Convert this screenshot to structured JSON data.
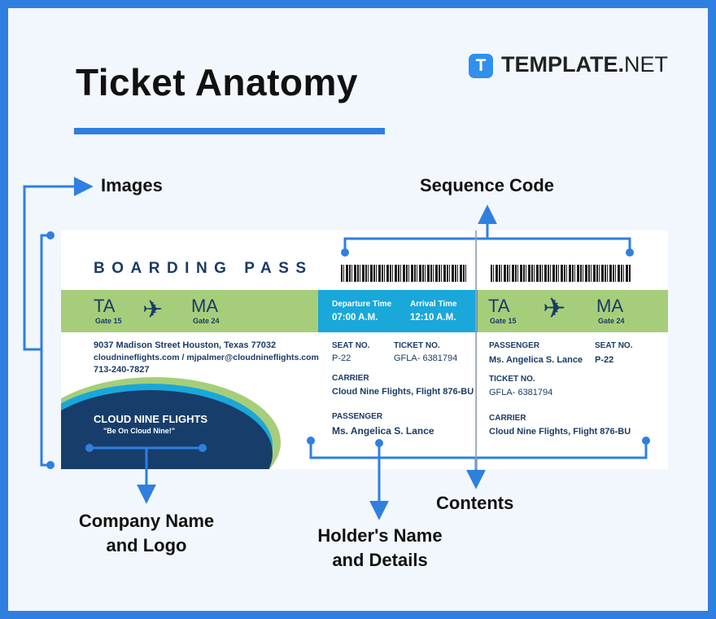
{
  "header": {
    "title": "Ticket Anatomy",
    "brand_mark": "T",
    "brand_main": "TEMPLATE.",
    "brand_suffix": "NET"
  },
  "annotations": {
    "images": "Images",
    "sequence_code": "Sequence Code",
    "company_line1": "Company Name",
    "company_line2": "and Logo",
    "holder_line1": "Holder's Name",
    "holder_line2": "and Details",
    "contents": "Contents"
  },
  "ticket": {
    "title": "BOARDING PASS",
    "left": {
      "from_code": "TA",
      "from_gate": "Gate 15",
      "to_code": "MA",
      "to_gate": "Gate 24",
      "address_line1": "9037 Madison Street Houston, Texas 77032",
      "address_line2": "cloudnineflights.com / mjpalmer@cloudnineflights.com",
      "phone": "713-240-7827",
      "company": "CLOUD NINE FLIGHTS",
      "tagline": "\"Be On Cloud Nine!\""
    },
    "middle": {
      "departure_label": "Departure Time",
      "departure_value": "07:00 A.M.",
      "arrival_label": "Arrival Time",
      "arrival_value": "12:10 A.M.",
      "seat_label": "SEAT NO.",
      "seat_value": "P-22",
      "ticket_label": "TICKET NO.",
      "ticket_value": "GFLA- 6381794",
      "carrier_label": "CARRIER",
      "carrier_value": "Cloud Nine Flights, Flight 876-BU",
      "passenger_label": "PASSENGER",
      "passenger_value": "Ms. Angelica S. Lance"
    },
    "right": {
      "from_code": "TA",
      "from_gate": "Gate 15",
      "to_code": "MA",
      "to_gate": "Gate 24",
      "passenger_label": "PASSENGER",
      "passenger_value": "Ms. Angelica S. Lance",
      "seat_label": "SEAT NO.",
      "seat_value": "P-22",
      "ticket_label": "TICKET NO.",
      "ticket_value": "GFLA- 6381794",
      "carrier_label": "CARRIER",
      "carrier_value": "Cloud Nine Flights, Flight 876-BU"
    }
  },
  "colors": {
    "accent_blue": "#2f7fe0",
    "navy": "#1a3b66",
    "green_band": "#a6ce7a",
    "cyan_band": "#1aa7d9"
  }
}
